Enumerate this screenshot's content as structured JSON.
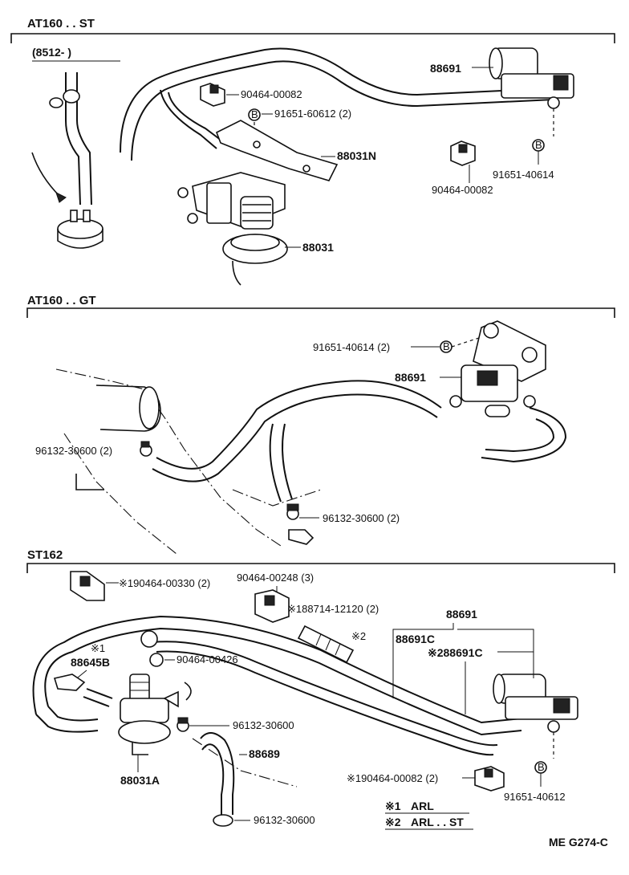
{
  "sections": {
    "st": "AT160 . . ST",
    "gt": "AT160 . . GT",
    "st162": "ST162"
  },
  "s1": {
    "bracket_note": "(8512-          )",
    "p88691": "88691",
    "p90464_00082_a": "90464-00082",
    "p91651_60612": "91651-60612 (2)",
    "p88031N": "88031N",
    "p90464_00082_b": "90464-00082",
    "p91651_40614": "91651-40614",
    "p88031": "88031",
    "bolt_mark": "B"
  },
  "s2": {
    "p91651_40614": "91651-40614 (2)",
    "p88691": "88691",
    "p96132_a": "96132-30600 (2)",
    "p96132_b": "96132-30600 (2)",
    "bolt_mark": "B"
  },
  "s3": {
    "p90464_00330": "※190464-00330 (2)",
    "p90464_00248": "90464-00248 (3)",
    "p88714": "※188714-12120 (2)",
    "p88691": "88691",
    "mark_2": "※2",
    "p88691C_a": "88691C",
    "p88691C_b": "※288691C",
    "mark_1": "※1",
    "p88645B": "88645B",
    "p90464_00426": "90464-00426",
    "p96132_a": "96132-30600",
    "p88689": "88689",
    "p88031A": "88031A",
    "p90464_00082": "※190464-00082 (2)",
    "p91651_40612": "91651-40612",
    "p96132_b": "96132-30600",
    "bolt_mark": "B"
  },
  "legend": {
    "l1_mark": "※1",
    "l1_text": "ARL",
    "l2_mark": "※2",
    "l2_text": "ARL . . ST"
  },
  "footer": {
    "code": "ME G274-C"
  }
}
